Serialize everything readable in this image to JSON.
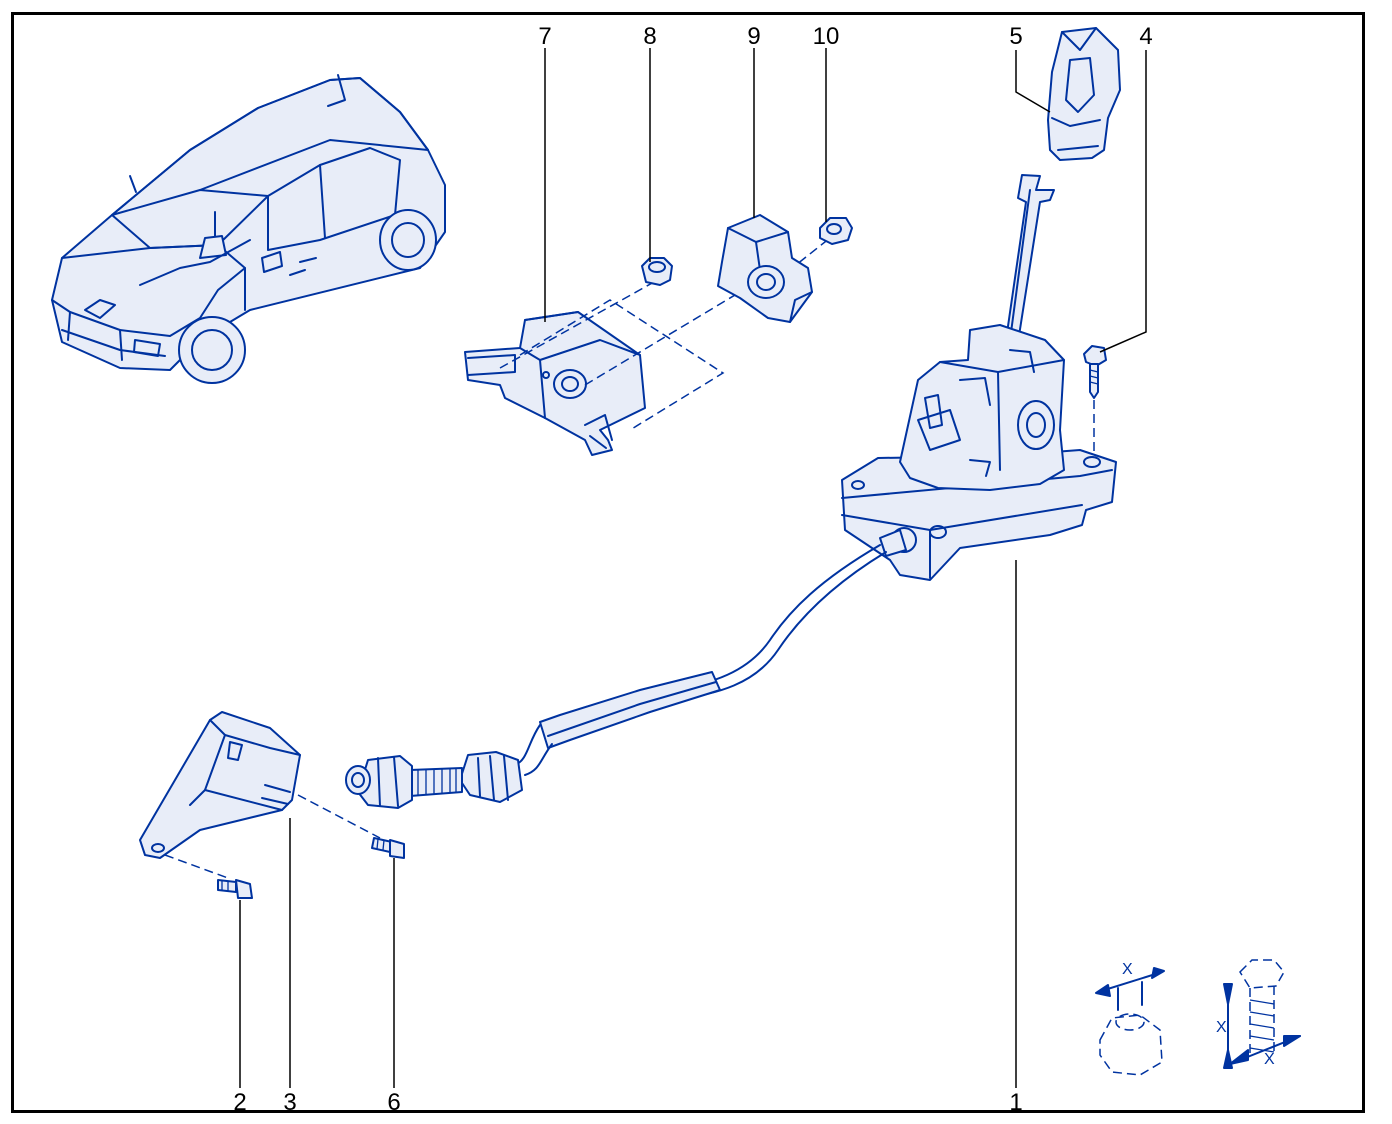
{
  "colors": {
    "line": "#0033a0",
    "fill": "#e8edf8",
    "shade": "#b7c4e6",
    "label": "#000000",
    "frame": "#000000"
  },
  "callouts": {
    "c1": "1",
    "c2": "2",
    "c3": "3",
    "c4": "4",
    "c5": "5",
    "c6": "6",
    "c7": "7",
    "c8": "8",
    "c9": "9",
    "c10": "10"
  },
  "dimensions": {
    "nut_x": "X",
    "bolt_x_side": "X",
    "bolt_x_bottom": "X"
  },
  "icons": [
    "vehicle-icon",
    "nut-dimension-icon",
    "bolt-dimension-icon"
  ]
}
